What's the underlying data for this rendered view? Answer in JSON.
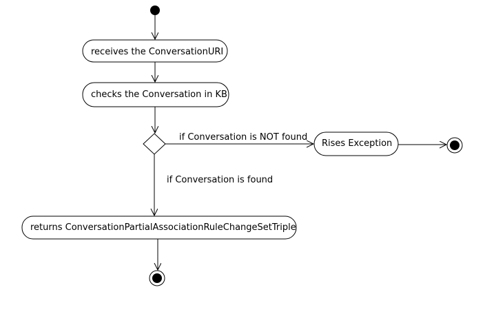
{
  "diagram": {
    "type": "activity",
    "nodes": {
      "start": {
        "kind": "initial"
      },
      "receive": {
        "kind": "action",
        "label": "receives the ConversationURI"
      },
      "check": {
        "kind": "action",
        "label": "checks the Conversation in KB"
      },
      "decision": {
        "kind": "decision"
      },
      "exception": {
        "kind": "action",
        "label": "Rises Exception"
      },
      "end_exception": {
        "kind": "final"
      },
      "returns": {
        "kind": "action",
        "label": "returns ConversationPartialAssociationRuleChangeSetTriple"
      },
      "end_main": {
        "kind": "final"
      }
    },
    "edges": {
      "not_found": {
        "from": "decision",
        "to": "exception",
        "label": "if Conversation is NOT found"
      },
      "found": {
        "from": "decision",
        "to": "returns",
        "label": "if Conversation is found"
      }
    }
  }
}
